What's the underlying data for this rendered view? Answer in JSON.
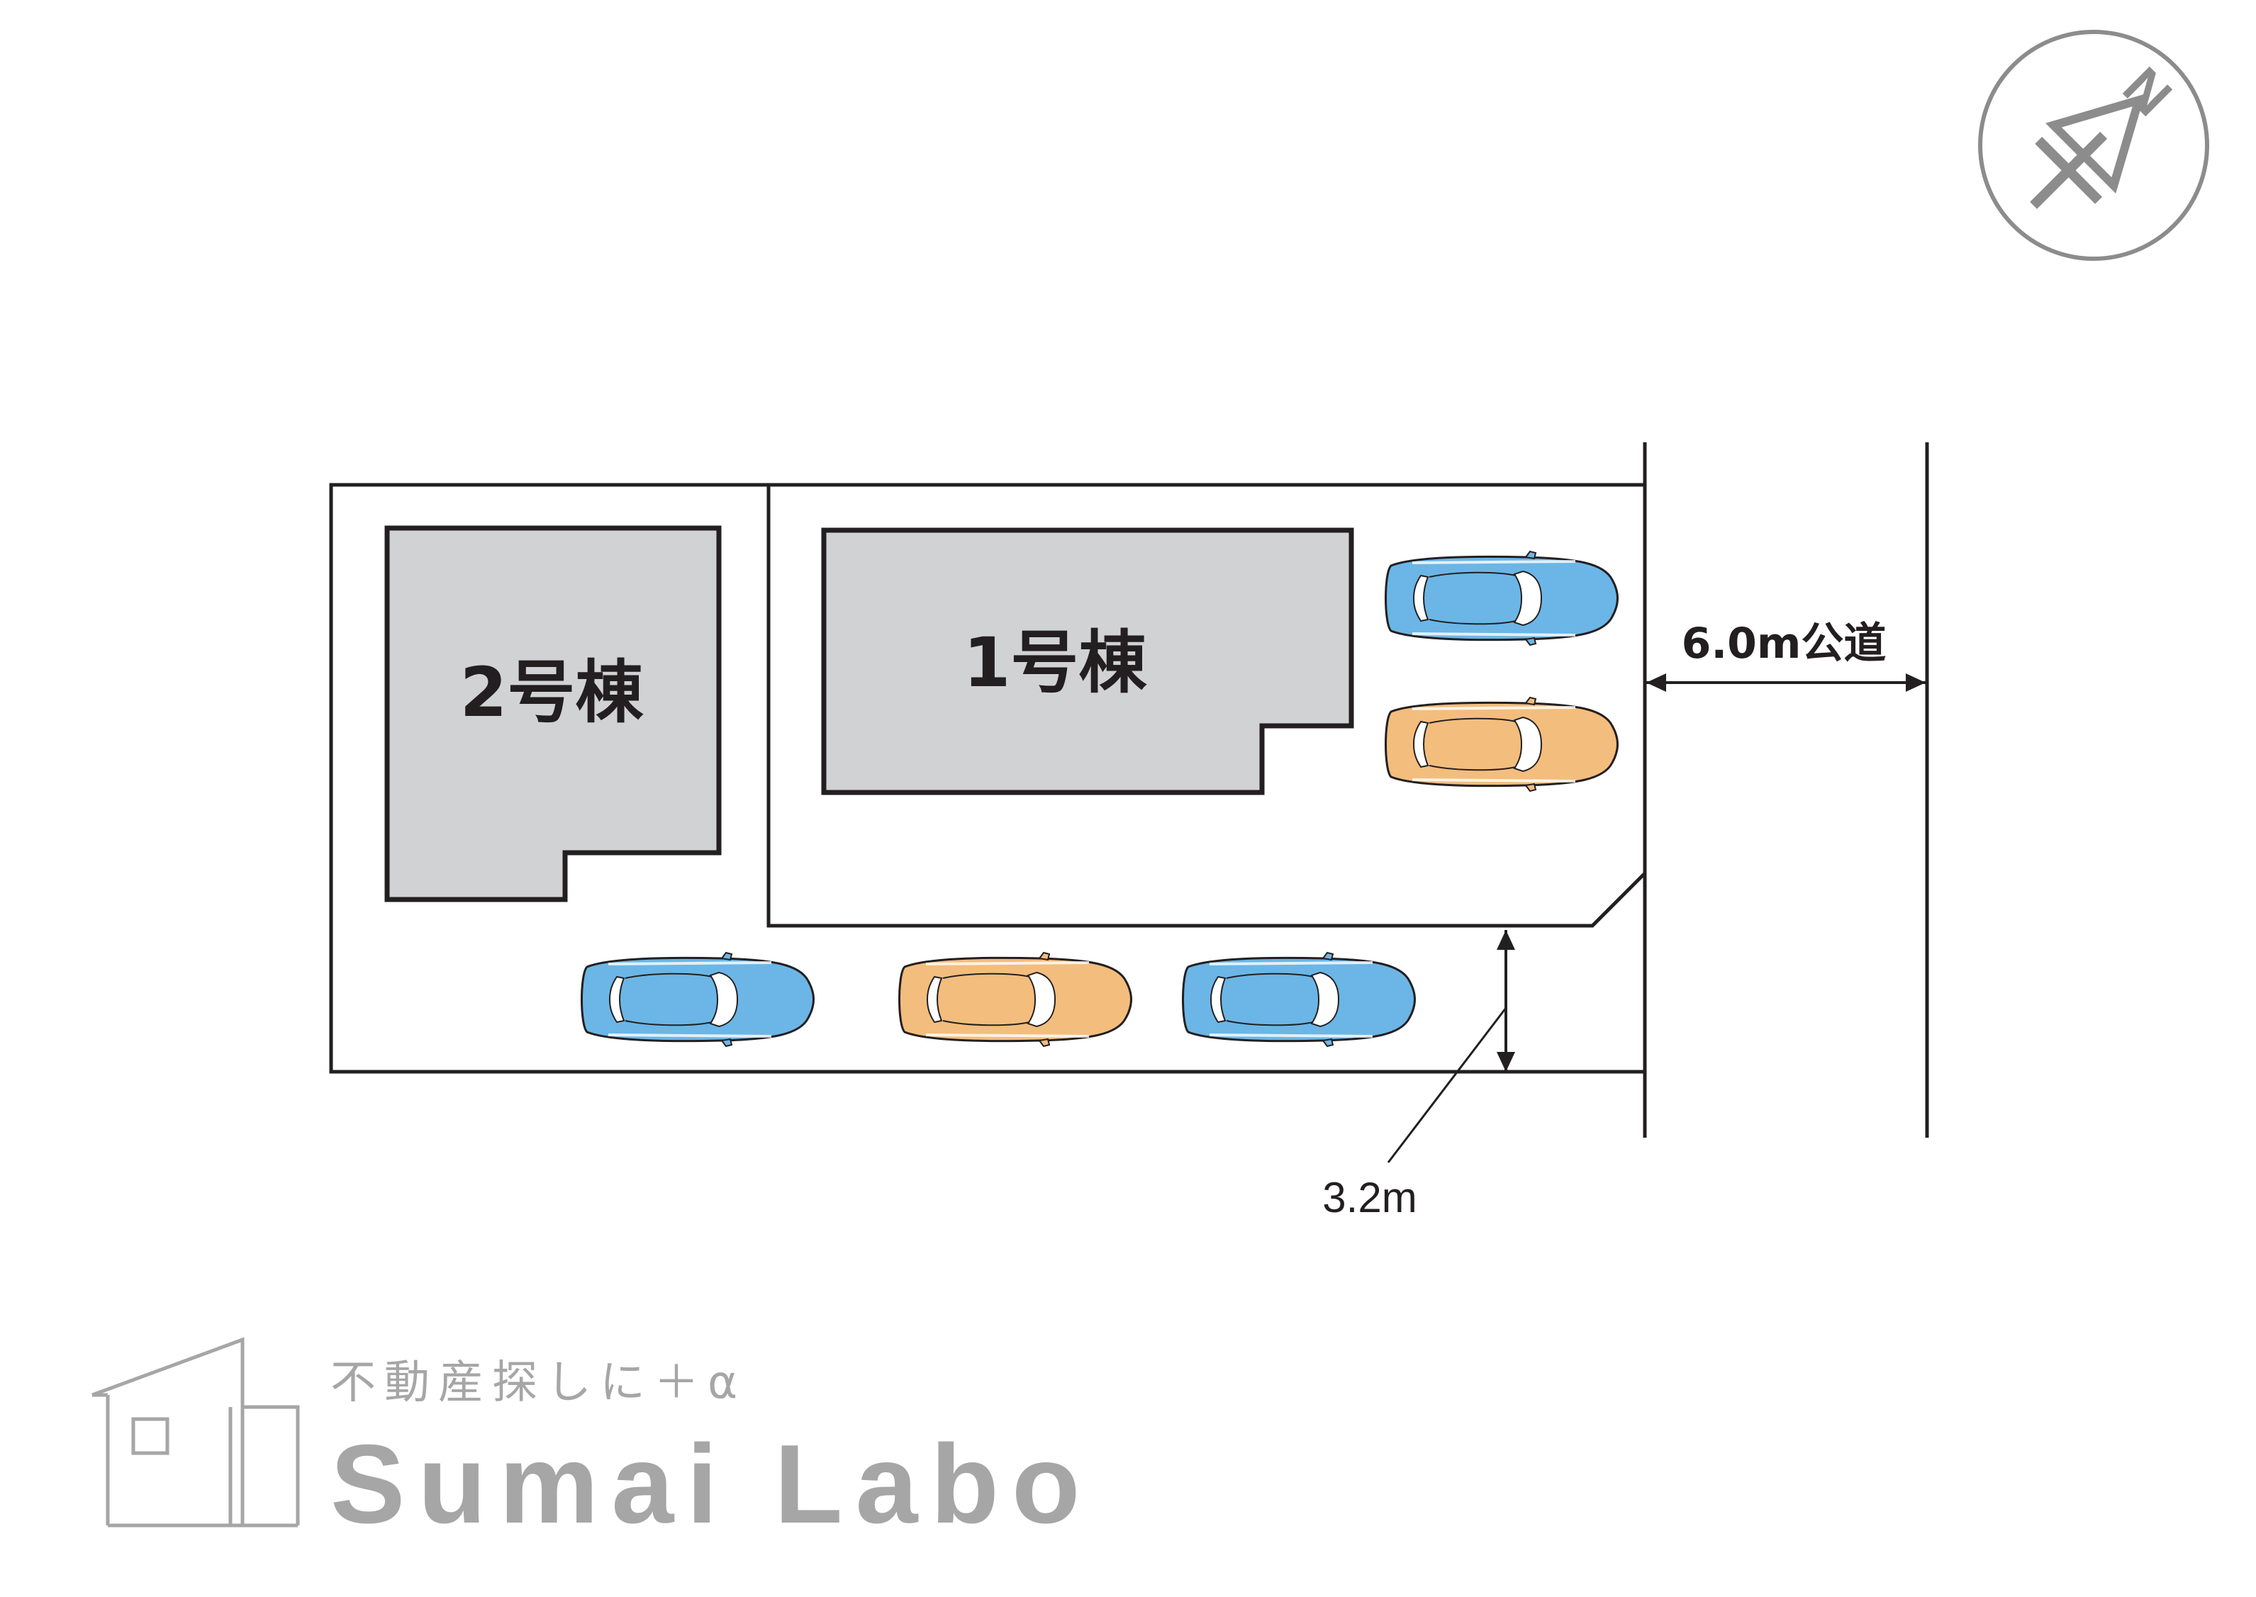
{
  "site_plan": {
    "buildings": [
      {
        "id": "building-1",
        "label": "1号棟"
      },
      {
        "id": "building-2",
        "label": "2号棟"
      }
    ],
    "road": {
      "label": "6.0m公道"
    },
    "driveway": {
      "label": "3.2m"
    },
    "compass": {
      "letter": "N"
    },
    "parking": [
      {
        "lot": "building-1",
        "color": "blue"
      },
      {
        "lot": "building-1",
        "color": "orange"
      },
      {
        "lot": "building-2",
        "color": "blue"
      },
      {
        "lot": "building-2",
        "color": "orange"
      },
      {
        "lot": "building-2",
        "color": "blue"
      }
    ]
  },
  "colors": {
    "building_fill": "#d1d2d4",
    "car_blue": "#6bb6e6",
    "car_orange": "#f3bd7d",
    "line": "#231f20",
    "logo_gray": "#a6a6a6"
  },
  "branding": {
    "tagline": "不動産探しに＋α",
    "name": "Sumai Labo"
  }
}
